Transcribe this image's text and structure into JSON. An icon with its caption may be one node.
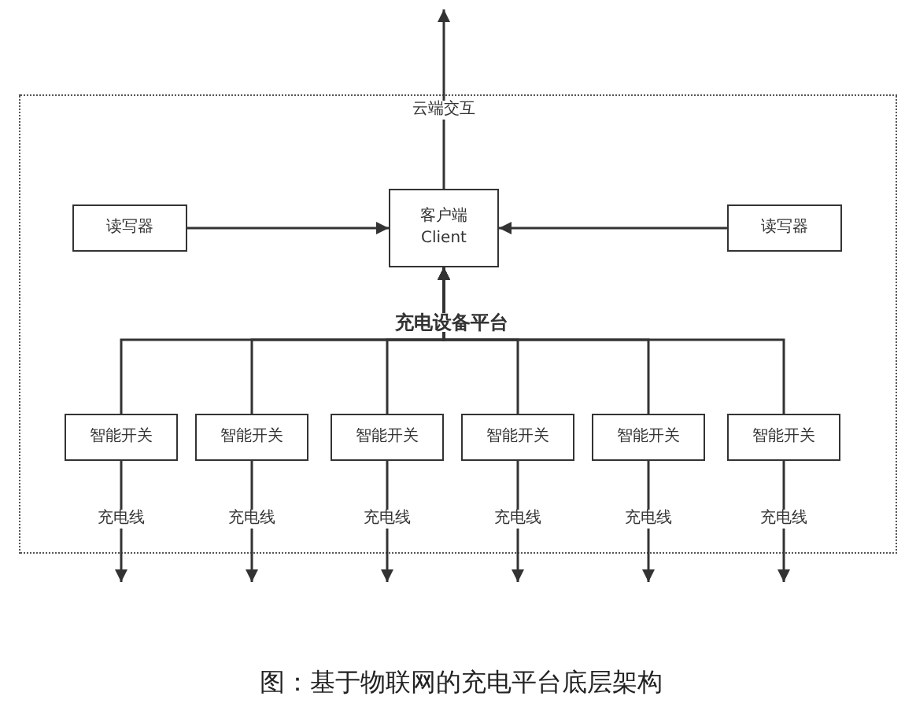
{
  "diagram": {
    "caption": "图：基于物联网的充电平台底层架构",
    "nodes": [
      {
        "text": [
          "客户端 Client"
        ]
      },
      {
        "text": [
          "读写器"
        ]
      },
      {
        "text": [
          "读写器"
        ]
      },
      {
        "text": [
          "智能开关"
        ]
      },
      {
        "text": [
          "智能开关"
        ]
      },
      {
        "text": [
          "智能开关"
        ]
      },
      {
        "text": [
          "智能开关"
        ]
      },
      {
        "text": [
          "智能开关"
        ]
      },
      {
        "text": [
          "智能开关"
        ]
      }
    ],
    "edges": [
      {
        "from": 1,
        "to": 0,
        "arrow": "to"
      },
      {
        "from": 2,
        "to": 0,
        "arrow": "to"
      },
      {
        "from": 0,
        "to": null,
        "arrow": "to",
        "label": "云端交互"
      },
      {
        "from": 3,
        "to": 0,
        "arrow": "to"
      },
      {
        "from": 4,
        "to": 0,
        "arrow": "to"
      },
      {
        "from": 5,
        "to": 0,
        "arrow": "to"
      },
      {
        "from": 6,
        "to": 0,
        "arrow": "to"
      },
      {
        "from": 7,
        "to": 0,
        "arrow": "to"
      },
      {
        "from": 8,
        "to": 0,
        "arrow": "to"
      },
      {
        "from": 3,
        "to": null,
        "arrow": "to",
        "label": "充电线"
      },
      {
        "from": 4,
        "to": null,
        "arrow": "to",
        "label": "充电线"
      },
      {
        "from": 5,
        "to": null,
        "arrow": "to",
        "label": "充电线"
      },
      {
        "from": 6,
        "to": null,
        "arrow": "to",
        "label": "充电线"
      },
      {
        "from": 7,
        "to": null,
        "arrow": "to",
        "label": "充电线"
      },
      {
        "from": 8,
        "to": null,
        "arrow": "to",
        "label": "充电线"
      }
    ],
    "labels": [
      "充电设备平台"
    ]
  }
}
